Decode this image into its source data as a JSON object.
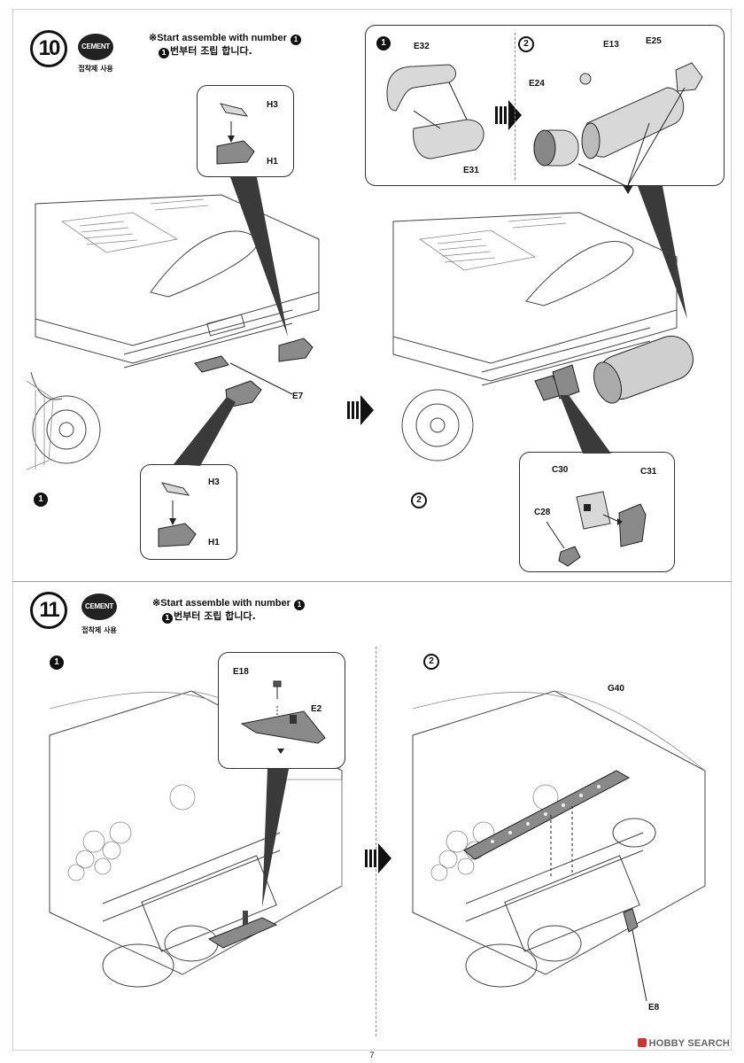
{
  "page_number": "7",
  "watermark": "HOBBY SEARCH",
  "steps": [
    {
      "number": "10",
      "cement_label": "CEMENT",
      "cement_note_ko": "접착제 사용",
      "instruction_en": "※Start assemble with number",
      "instruction_ref": "1",
      "instruction_ko": "번부터 조립 합니다.",
      "sub1": {
        "index": "1",
        "callout_top": {
          "labels": [
            "H3",
            "H1"
          ]
        },
        "callout_bottom": {
          "labels": [
            "H3",
            "H1"
          ]
        },
        "labels": [
          "E7"
        ]
      },
      "sub2": {
        "index": "2",
        "callout_top": {
          "index_a": "1",
          "index_b": "2",
          "labels_a": [
            "E32",
            "E31"
          ],
          "labels_b": [
            "E13",
            "E25",
            "E24"
          ]
        },
        "callout_bottom": {
          "labels": [
            "C30",
            "C31",
            "C28"
          ]
        }
      }
    },
    {
      "number": "11",
      "cement_label": "CEMENT",
      "cement_note_ko": "접착제 사용",
      "instruction_en": "※Start assemble with number",
      "instruction_ref": "1",
      "instruction_ko": "번부터 조립 합니다.",
      "sub1": {
        "index": "1",
        "callout": {
          "labels": [
            "E18",
            "E2"
          ]
        }
      },
      "sub2": {
        "index": "2",
        "labels": [
          "G40",
          "E8"
        ]
      }
    }
  ]
}
